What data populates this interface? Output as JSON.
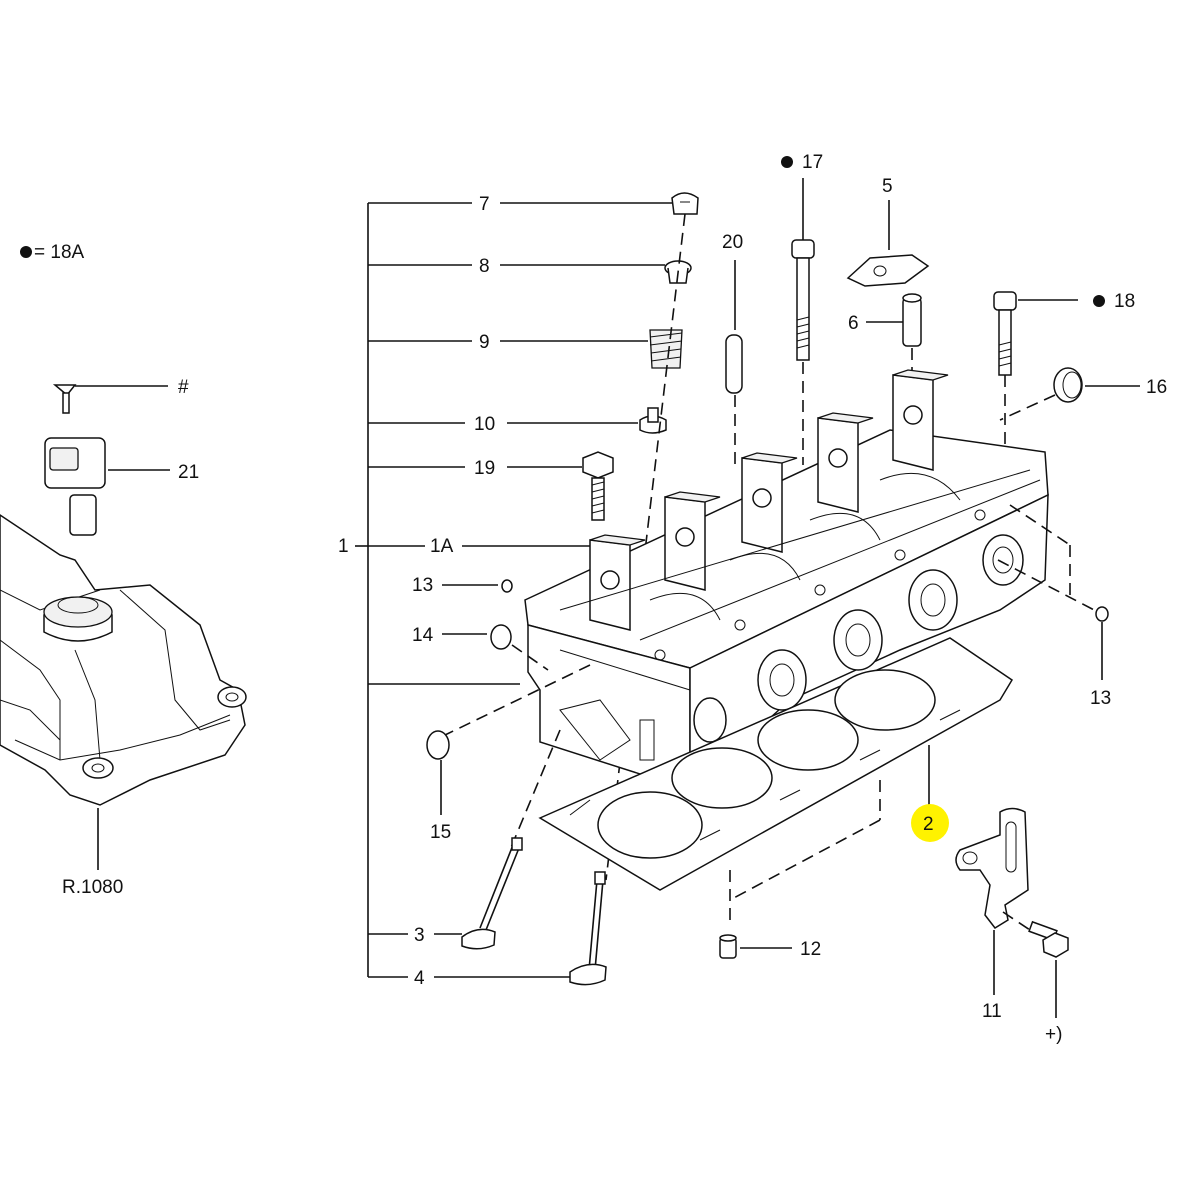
{
  "legend": {
    "text": "= 18A"
  },
  "labels": {
    "l1": "1",
    "l1a": "1A",
    "l2": "2",
    "l3": "3",
    "l4": "4",
    "l5": "5",
    "l6": "6",
    "l7": "7",
    "l8": "8",
    "l9": "9",
    "l10": "10",
    "l11": "11",
    "l12": "12",
    "l13a": "13",
    "l13b": "13",
    "l14": "14",
    "l15": "15",
    "l16": "16",
    "l17": "17",
    "l18": "18",
    "l19": "19",
    "l20": "20",
    "l21": "21",
    "hash": "#",
    "plus": "+)",
    "ref": "R.1080"
  },
  "colors": {
    "highlight": "#fff200",
    "line": "#111111"
  }
}
